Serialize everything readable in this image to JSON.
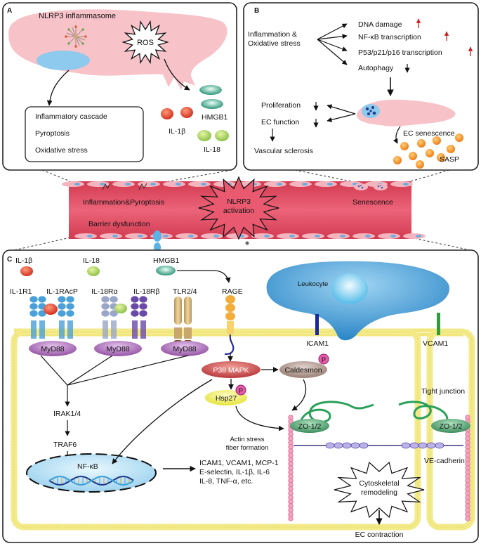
{
  "panel_a": {
    "letter": "A",
    "nlrp3_inflammasome": "NLRP3 inflammasome",
    "ros": "ROS",
    "outcomes": [
      "Inflammatory cascade",
      "Pyroptosis",
      "Oxidative stress"
    ],
    "hmgb1": "HMGB1",
    "il1b": "IL-1β",
    "il18": "IL-18"
  },
  "panel_b": {
    "letter": "B",
    "stress_line1": "Inflammation &",
    "stress_line2": "Oxidative stress",
    "effects": [
      {
        "label": "DNA damage",
        "direction": "up"
      },
      {
        "label": "NF-κB transcription",
        "direction": "up"
      },
      {
        "label": "P53/p21/p16 transcription",
        "direction": "up"
      },
      {
        "label": "Autophagy",
        "direction": "down"
      }
    ],
    "proliferation": "Proliferation",
    "ec_function": "EC function",
    "vascular_sclerosis": "Vascular sclerosis",
    "ec_senescence": "EC senescence",
    "sasp": "SASP"
  },
  "vessel": {
    "inflammation_pyroptosis": "Inflammation&Pyroptosis",
    "nlrp3_line1": "NLRP3",
    "nlrp3_line2": "activation",
    "senescence": "Senescence",
    "barrier_dysfunction": "Barrier dysfunction"
  },
  "panel_c": {
    "letter": "C",
    "il1b": "IL-1β",
    "il18": "IL-18",
    "hmgb1": "HMGB1",
    "il1r1": "IL-1R1",
    "il1racp": "IL-1RAcP",
    "il18ra": "IL-18Rα",
    "il18rb": "IL-18Rβ",
    "tlr": "TLR2/4",
    "rage": "RAGE",
    "myd88": "MyD88",
    "leukocyte": "Leukocyte",
    "icam1": "ICAM1",
    "vcam1": "VCAM1",
    "p38": "P38 MAPK",
    "caldesmon": "Caldesmon",
    "p": "P",
    "hsp27": "Hsp27",
    "tight_junction": "Tight junction",
    "irak": "IRAK1/4",
    "traf6": "TRAF6",
    "zo": "ZO-1/2",
    "actin_line1": "Actin stress",
    "actin_line2": "fiber formation",
    "nfkb": "NF-κB",
    "genes_line1": "ICAM1, VCAM1, MCP-1",
    "genes_line2": "E-selectin, IL-1β, IL-6",
    "genes_line3": "IL-8, TNF-α, etc.",
    "ve_cadherin": "VE-cadherin",
    "cyto_line1": "Cytoskeletal",
    "cyto_line2": "remodeling",
    "ec_contraction": "EC contraction"
  },
  "colors": {
    "cell_pink": "#f7c3c9",
    "nucleus_blue": "#8ec9ee",
    "vessel_red": "#e2455c",
    "membrane_yellow": "#f5ee9a",
    "arrow_up_red": "#d42020",
    "myd88_purple": "#b37fbf",
    "p38_red": "#c8454a",
    "caldesmon_brown": "#a98f86",
    "hsp27_yellow": "#f2f04a",
    "zo_green": "#4f9f70",
    "junction_green": "#2aa05a",
    "leukocyte_blue": "#3c9bd6"
  }
}
